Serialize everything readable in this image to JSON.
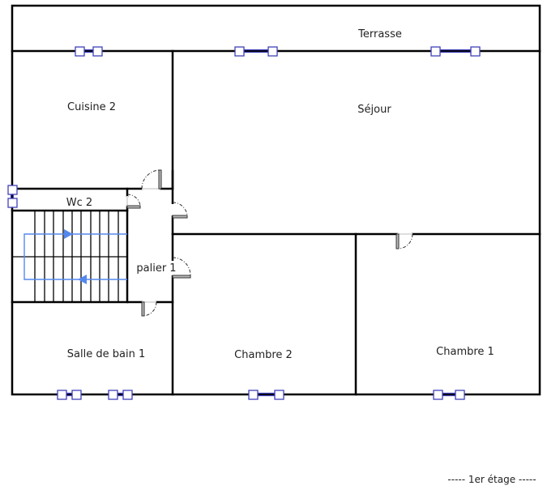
{
  "plan": {
    "rooms": {
      "terrasse": "Terrasse",
      "cuisine": "Cuisine 2",
      "sejour": "Séjour",
      "wc": "Wc 2",
      "palier": "palier 1",
      "salle_de_bain": "Salle de bain 1",
      "chambre2": "Chambre 2",
      "chambre1": "Chambre 1"
    },
    "floor_label": "----- 1er étage -----"
  },
  "colors": {
    "wall": "#000000",
    "window": "#4040b8",
    "stair_path": "#5588ee"
  }
}
